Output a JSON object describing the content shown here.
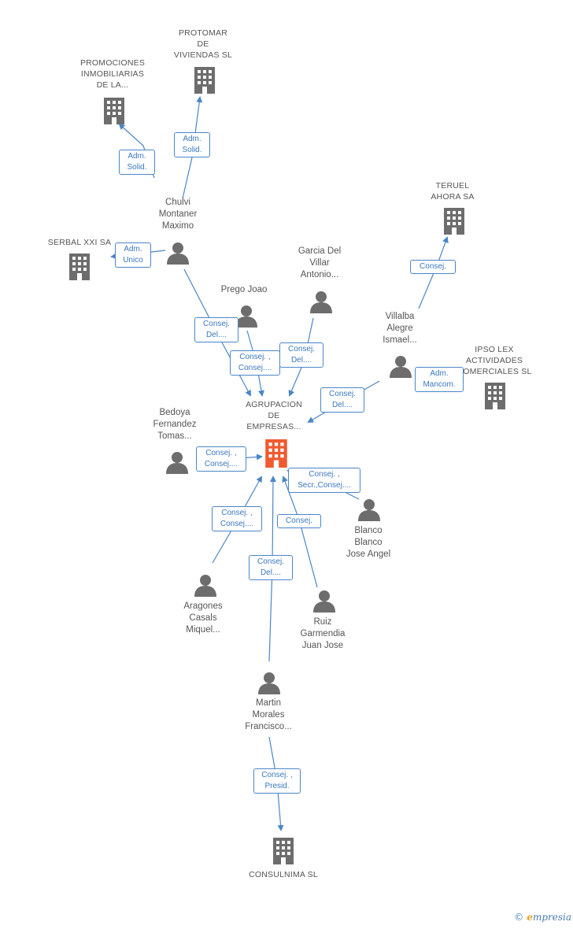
{
  "colors": {
    "edge": "#4a86c8",
    "building": "#6d6d6d",
    "building_main": "#f05a30",
    "person": "#6d6d6d"
  },
  "nodes": {
    "protomar": {
      "label": "PROTOMAR\nDE\nVIVIENDAS SL",
      "icon": "building-icon"
    },
    "promociones": {
      "label": "PROMOCIONES\nINMOBILIARIAS\nDE LA...",
      "icon": "building-icon"
    },
    "chulvi": {
      "label": "Chulvi\nMontaner\nMaximo",
      "icon": "person-icon"
    },
    "serbal": {
      "label": "SERBAL XXI SA",
      "icon": "building-icon"
    },
    "teruel": {
      "label": "TERUEL\nAHORA SA",
      "icon": "building-icon"
    },
    "garcia": {
      "label": "Garcia Del\nVillar\nAntonio...",
      "icon": "person-icon"
    },
    "prego": {
      "label": "Prego Joao",
      "icon": "person-icon"
    },
    "villalba": {
      "label": "Villalba\nAlegre\nIsmael...",
      "icon": "person-icon"
    },
    "ipso": {
      "label": "IPSO LEX\nACTIVIDADES\nCOMERCIALES SL",
      "icon": "building-icon"
    },
    "agrupacion": {
      "label": "AGRUPACION\nDE\nEMPRESAS...",
      "icon": "building-icon"
    },
    "bedoya": {
      "label": "Bedoya\nFernandez\nTomas...",
      "icon": "person-icon"
    },
    "blanco": {
      "label": "Blanco\nBlanco\nJose Angel",
      "icon": "person-icon"
    },
    "aragones": {
      "label": "Aragones\nCasals\nMiquel...",
      "icon": "person-icon"
    },
    "ruiz": {
      "label": "Ruiz\nGarmendia\nJuan Jose",
      "icon": "person-icon"
    },
    "martin": {
      "label": "Martin\nMorales\nFrancisco...",
      "icon": "person-icon"
    },
    "consulnima": {
      "label": "CONSULNIMA SL",
      "icon": "building-icon"
    }
  },
  "edges": {
    "chulvi_promociones": "Adm.\nSolid.",
    "chulvi_protomar": "Adm.\nSolid.",
    "chulvi_serbal": "Adm.\nUnico",
    "villalba_teruel": "Consej.",
    "chulvi_agrupacion": "Consej.\nDel....",
    "prego_agrupacion": "Consej. ,\nConsej....",
    "garcia_agrupacion": "Consej.\nDel....",
    "villalba_ipso": "Adm.\nMancom.",
    "villalba_agrupacion": "Consej.\nDel....",
    "bedoya_agrupacion": "Consej. ,\nConsej....",
    "blanco_agrupacion": "Consej. ,\nSecr.,Consej....",
    "aragones_agrupacion": "Consej. ,\nConsej....",
    "ruiz_agrupacion": "Consej.",
    "martin_agrupacion": "Consej.\nDel....",
    "martin_consulnima": "Consej. ,\nPresid."
  },
  "footer": {
    "copyright": "©",
    "brand_first": "e",
    "brand_rest": "mpresia"
  }
}
